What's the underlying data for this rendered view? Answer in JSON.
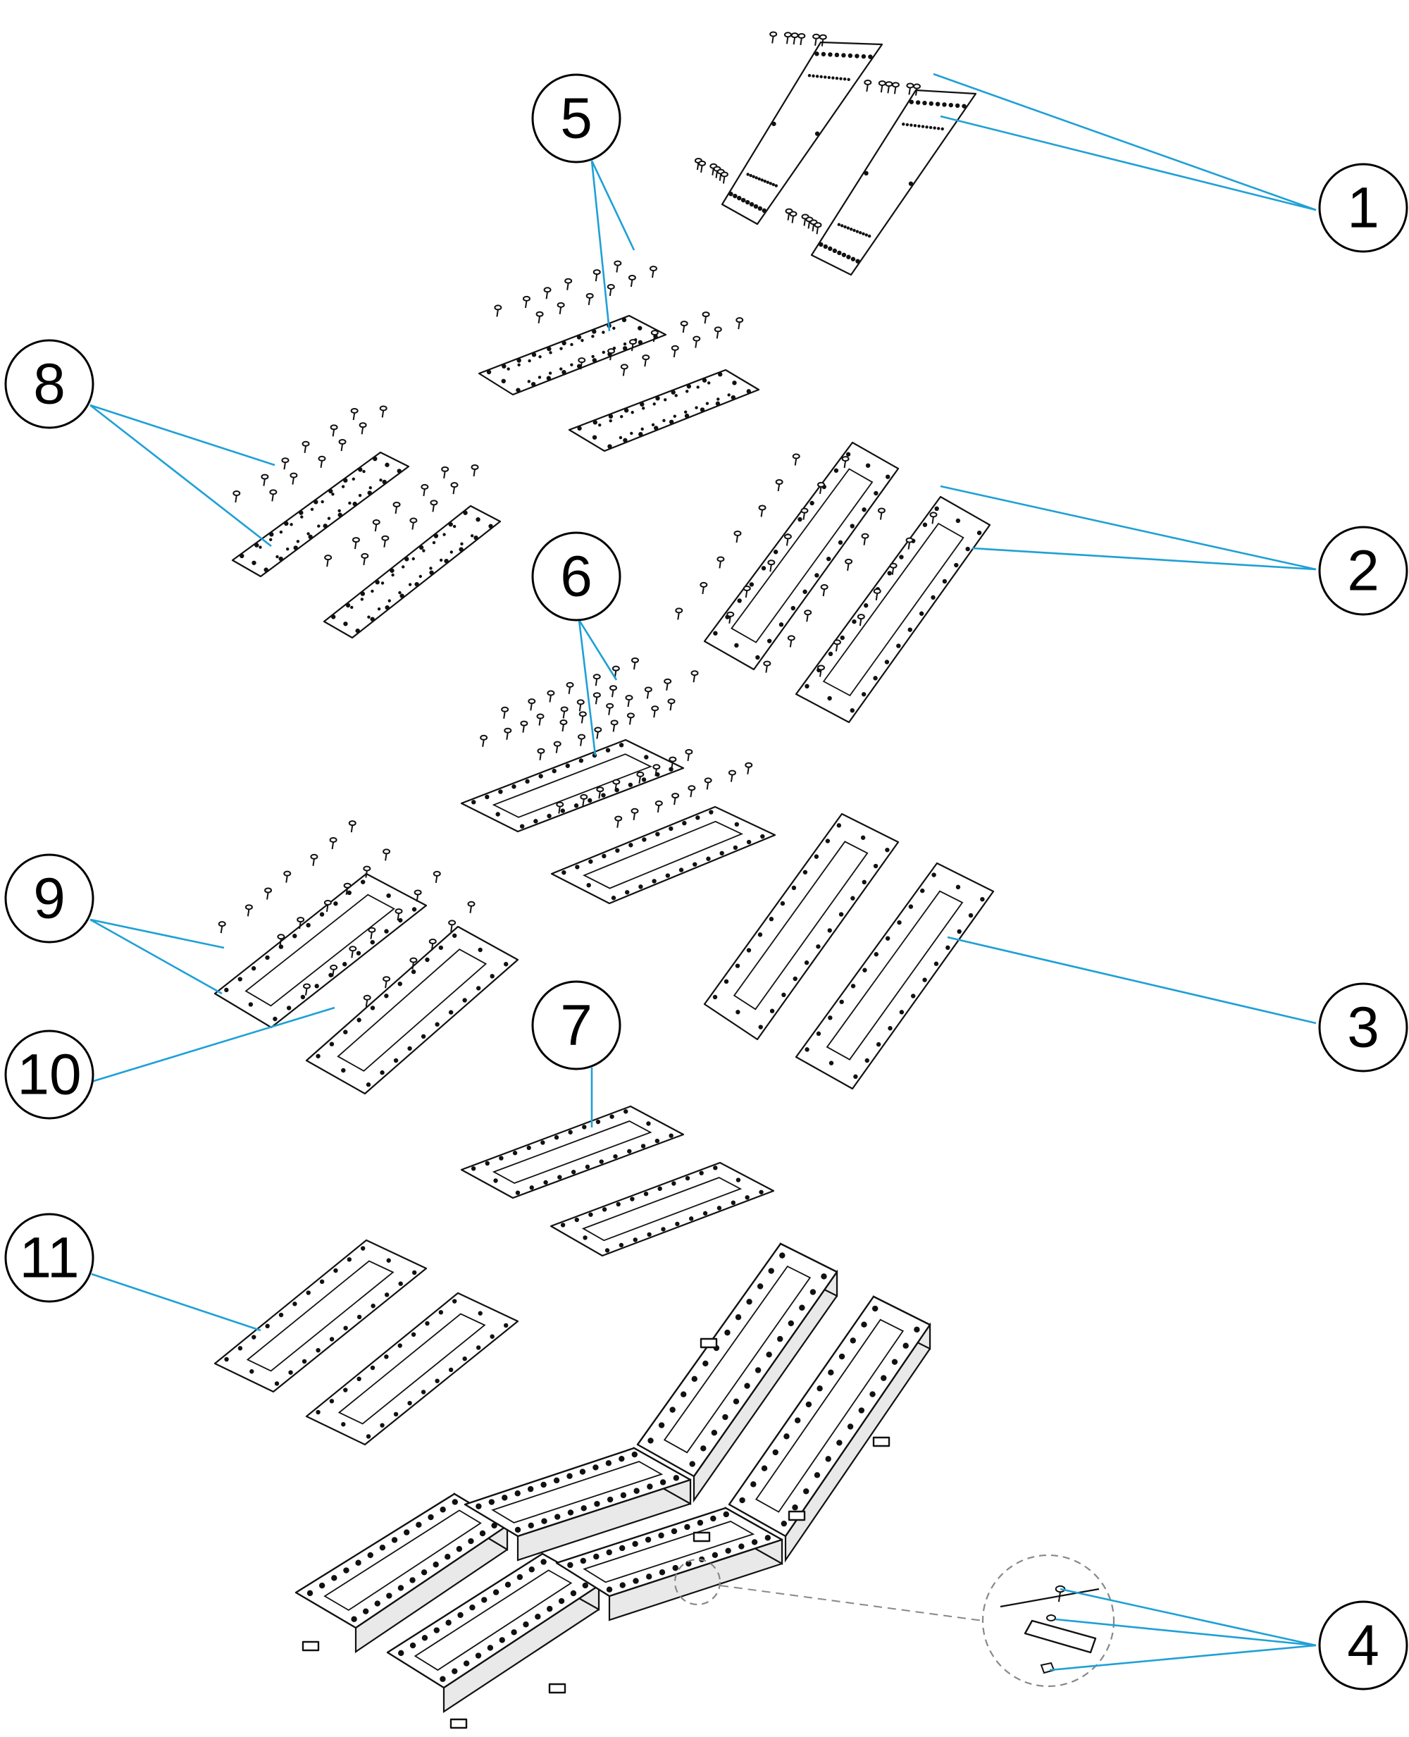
{
  "diagram": {
    "accent_color": "#1ea0d6",
    "callouts": [
      {
        "label": "1"
      },
      {
        "label": "2"
      },
      {
        "label": "3"
      },
      {
        "label": "4"
      },
      {
        "label": "5"
      },
      {
        "label": "6"
      },
      {
        "label": "7"
      },
      {
        "label": "8"
      },
      {
        "label": "9"
      },
      {
        "label": "10"
      },
      {
        "label": "11"
      }
    ]
  }
}
